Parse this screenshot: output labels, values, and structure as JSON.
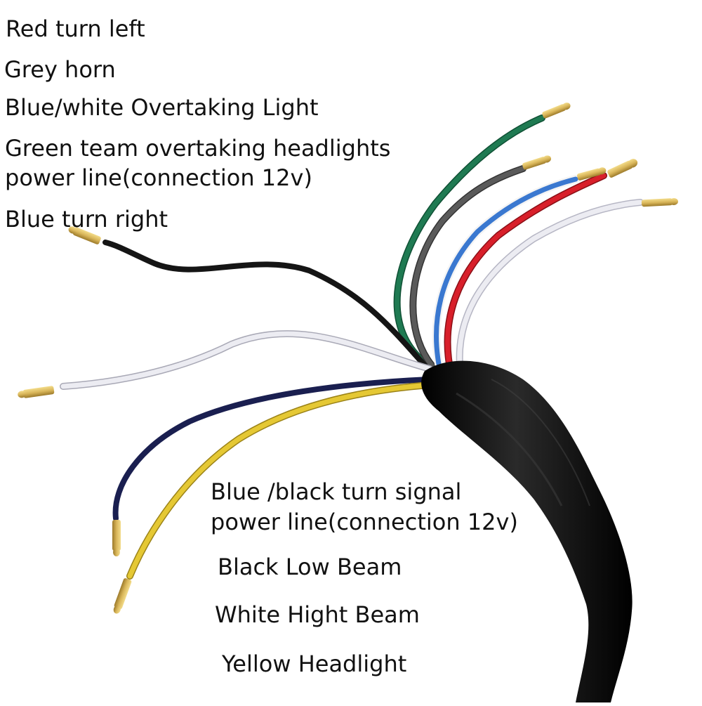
{
  "labels": {
    "red_turn_left": "Red turn left",
    "grey_horn": "Grey horn",
    "blue_white_overtaking": "Blue/white Overtaking Light",
    "green_line_1": "Green team overtaking headlights",
    "green_line_2": "power line(connection 12v)",
    "blue_turn_right": "Blue turn right",
    "blue_black_line_1": "Blue /black turn signal",
    "blue_black_line_2": "power line(connection 12v)",
    "black_low_beam": "Black Low Beam",
    "white_high_beam": "White Hight Beam",
    "yellow_headlight": "Yellow Headlight"
  },
  "colors": {
    "green_wire": "#1f7a52",
    "grey_wire": "#5a5a5a",
    "blue_wire": "#3a78d0",
    "red_wire": "#d81f2a",
    "white_wire": "#e6e6ee",
    "black_wire": "#151515",
    "navy_wire": "#1a1f50",
    "yellow_wire": "#e5c834",
    "terminal_brass": "#d9b65a",
    "sheath": "#0c0c0c"
  }
}
